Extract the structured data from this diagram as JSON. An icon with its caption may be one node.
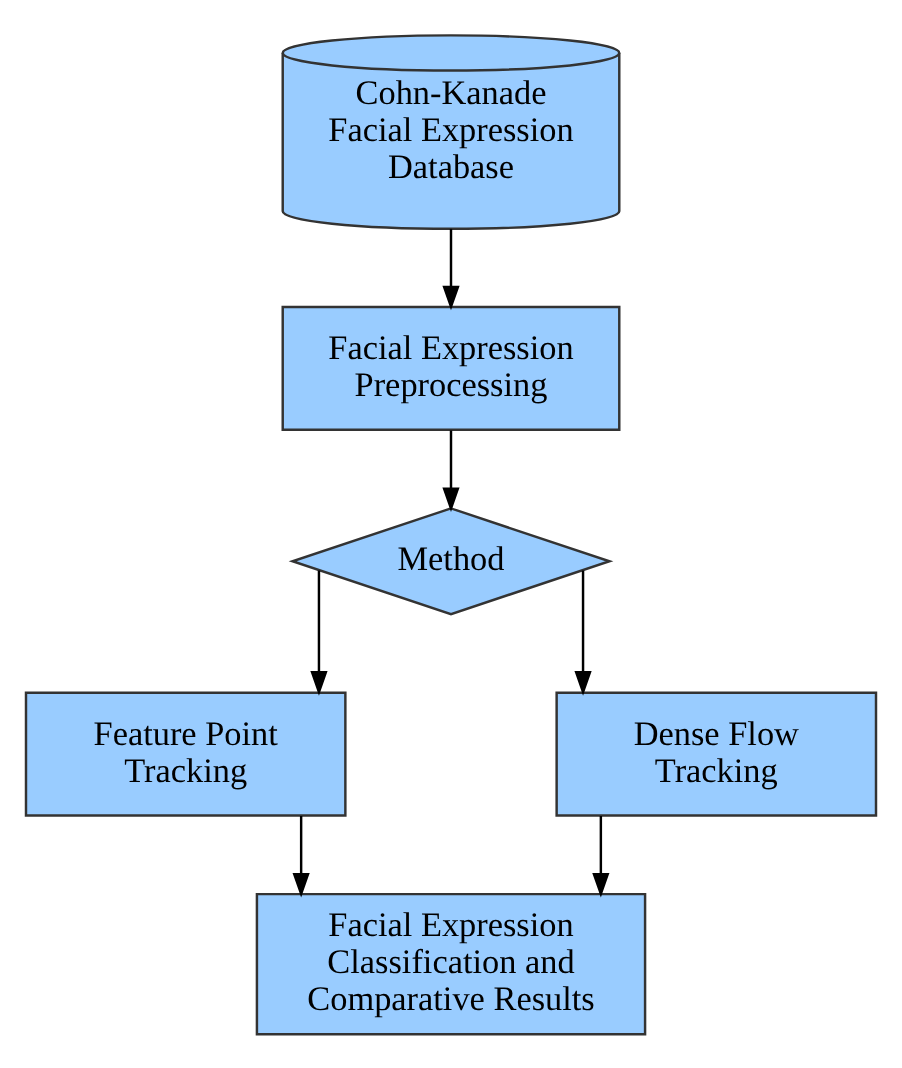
{
  "diagram": {
    "nodes": [
      {
        "text": [
          "Cohn-Kanade Facial Expression Database"
        ]
      },
      {
        "text": [
          "Facial Expression Preprocessing"
        ]
      },
      {
        "text": [
          "Method"
        ]
      },
      {
        "text": [
          "Feature Point Tracking"
        ]
      },
      {
        "text": [
          "Dense Flow Tracking"
        ]
      },
      {
        "text": [
          "Facial Expression Classification and Comparative Results"
        ]
      }
    ],
    "edges": [
      {
        "from": 0,
        "to": 1,
        "arrow": "to"
      },
      {
        "from": 1,
        "to": 2,
        "arrow": "to"
      },
      {
        "from": 2,
        "to": 3,
        "arrow": "to"
      },
      {
        "from": 2,
        "to": 4,
        "arrow": "to"
      },
      {
        "from": 3,
        "to": 5,
        "arrow": "to"
      },
      {
        "from": 4,
        "to": 5,
        "arrow": "to"
      }
    ]
  }
}
